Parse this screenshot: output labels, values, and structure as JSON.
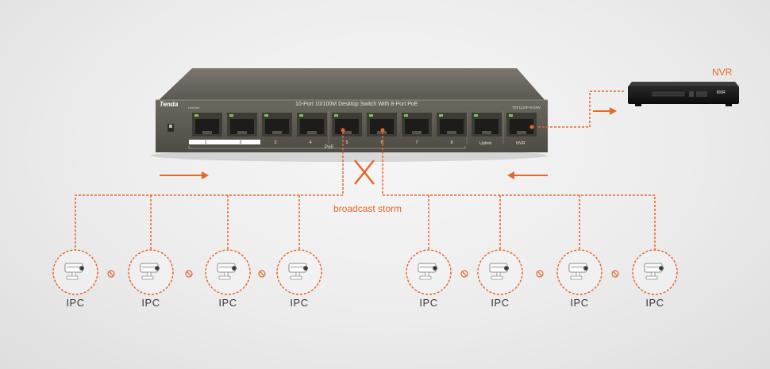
{
  "switch": {
    "brand": "Tenda",
    "title": "10-Port 10/100M Desktop Switch With 8-Port PoE",
    "model": "TEF1110P-8-63W",
    "link_act": "Link/Act",
    "poe_label": "PoE",
    "port_numbers": [
      "1",
      "2",
      "3",
      "4",
      "5",
      "6",
      "7",
      "8"
    ],
    "uplink_label": "Uplink",
    "nvr_port_label": "NVR"
  },
  "nvr": {
    "label": "NVR",
    "device_text": "NVR"
  },
  "storm_label": "broadcast storm",
  "cameras": [
    {
      "label": "IPC"
    },
    {
      "label": "IPC"
    },
    {
      "label": "IPC"
    },
    {
      "label": "IPC"
    },
    {
      "label": "IPC"
    },
    {
      "label": "IPC"
    },
    {
      "label": "IPC"
    },
    {
      "label": "IPC"
    }
  ],
  "colors": {
    "accent": "#e8672a",
    "switch_body": "#5e5a52",
    "text": "#3a3a3a"
  }
}
